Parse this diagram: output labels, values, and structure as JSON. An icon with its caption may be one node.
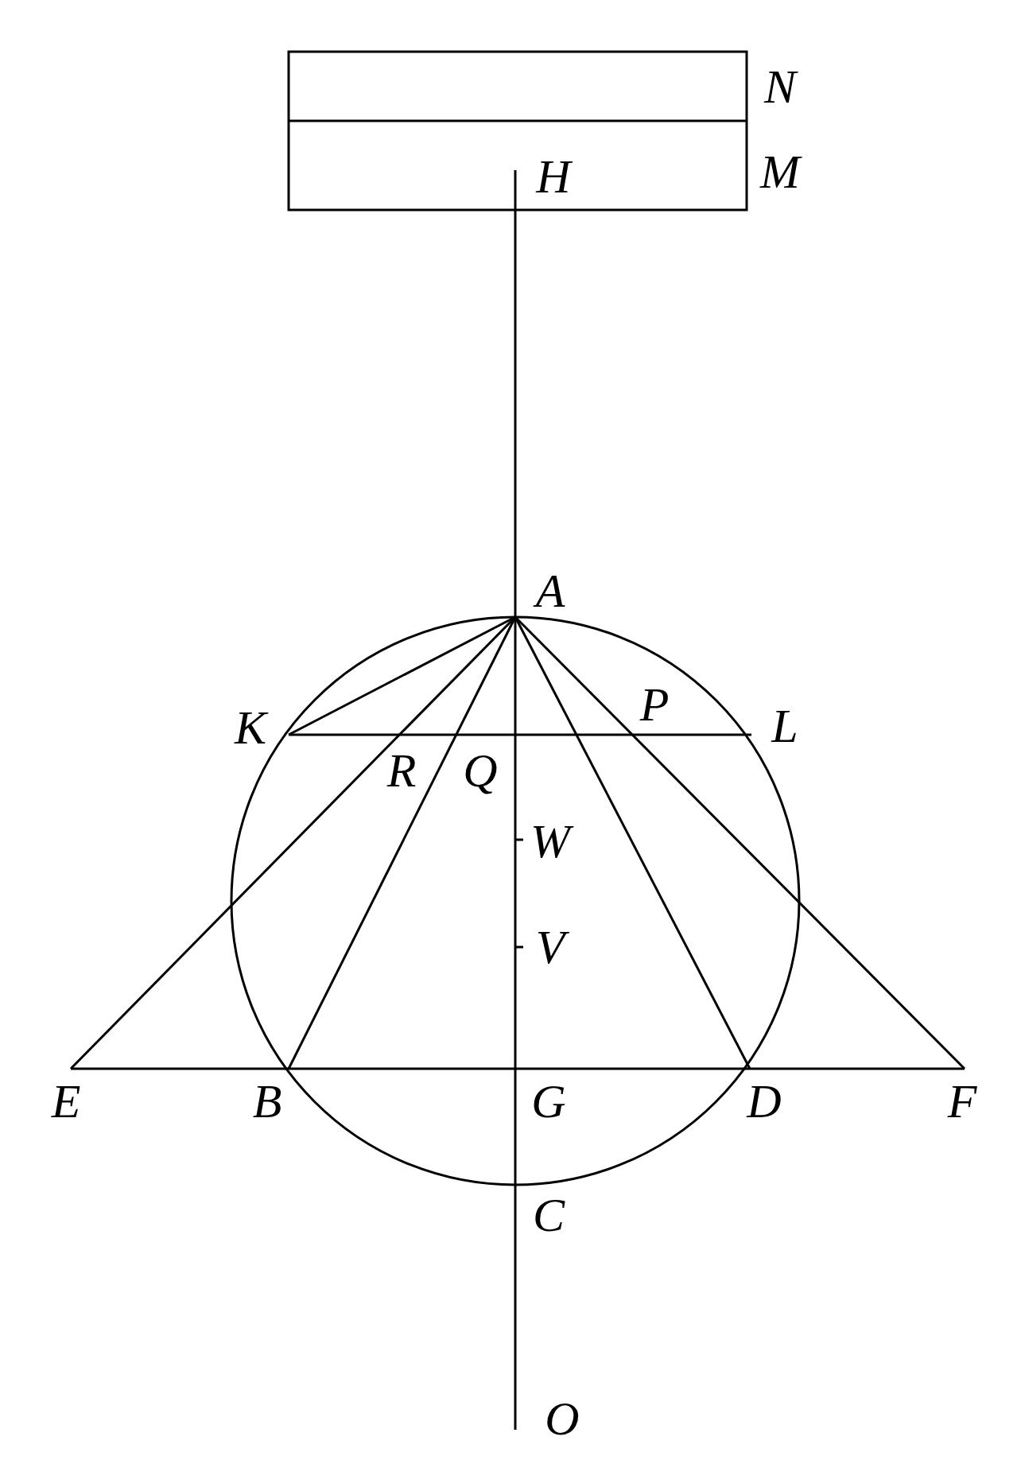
{
  "diagram": {
    "labels": [
      "N",
      "H",
      "M",
      "A",
      "K",
      "P",
      "L",
      "R",
      "Q",
      "W",
      "V",
      "E",
      "B",
      "G",
      "D",
      "F",
      "C",
      "O"
    ]
  }
}
